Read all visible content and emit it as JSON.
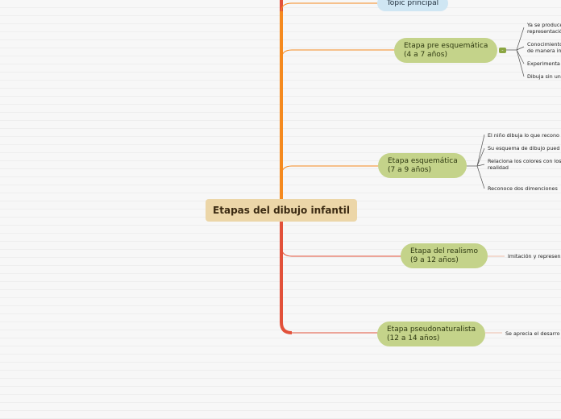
{
  "central_topic": "Etapas del dibujo infantil",
  "top_topic": "Topic principal",
  "stages": [
    {
      "label": "Etapa pre esquemática\n(4 a 7 años)",
      "details": [
        "Ya se produce\nrepresentació",
        "Conocimiento\nde manera in",
        "Experimenta",
        "Dibuja sin un"
      ]
    },
    {
      "label": "Etapa esquemática\n(7 a 9 años)",
      "details": [
        "El niño dibuja lo que recono",
        "Su esquema de dibujo pued",
        "Relaciona los colores con los\nrealidad",
        "Reconoce dos dimenciones"
      ]
    },
    {
      "label": "Etapa del realismo\n(9 a 12 años)",
      "details": [
        "Imitación y represen"
      ]
    },
    {
      "label": "Etapa pseudonaturalista\n(12 a 14 años)",
      "details": [
        "Se aprecia el desarro"
      ]
    }
  ],
  "colors": {
    "branch_orange": "#f58a1f",
    "branch_red": "#e2513a",
    "stage_fill": "#c4d38a",
    "central_fill": "#ecd6a8",
    "topic_fill": "#cfe6f3"
  },
  "icons": {
    "collapse": "collapse-toggle-icon"
  }
}
